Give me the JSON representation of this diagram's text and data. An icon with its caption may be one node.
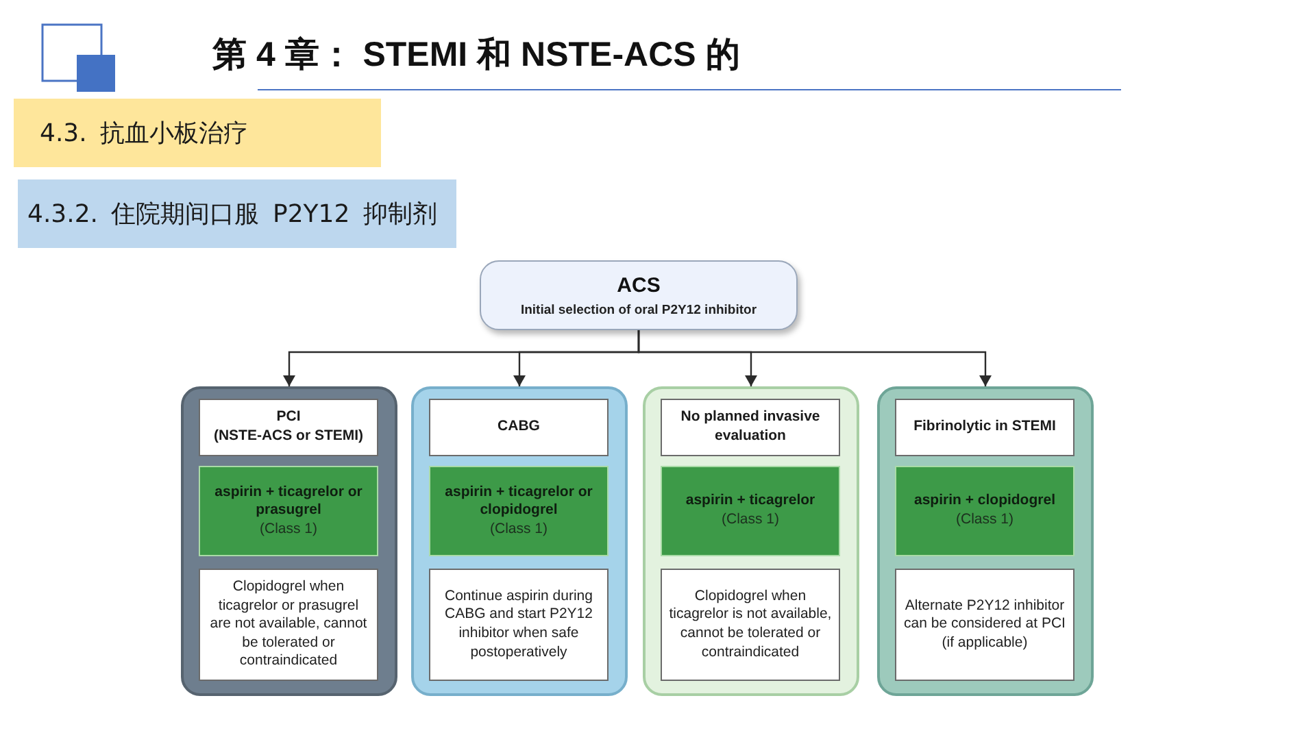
{
  "diagram": {
    "title": "第 4 章： STEMI 和 NSTE-ACS 的",
    "nodes": [
      {
        "text": [
          "4.3. 抗血小板治疗"
        ]
      },
      {
        "text": [
          "4.3.2. 住院期间口服 P2Y12 抑制剂"
        ]
      },
      {
        "text": [
          "ACS",
          "Initial selection of oral P2Y12 inhibitor"
        ]
      },
      {
        "text": [],
        "shape": "box"
      },
      {
        "text": [
          "PCI",
          "(NSTE-ACS or STEMI)"
        ],
        "in": 3
      },
      {
        "text": [
          "aspirin + ticagrelor or prasugrel",
          "(Class 1)"
        ],
        "in": 3
      },
      {
        "text": [
          "Clopidogrel when ticagrelor or prasugrel are not available, cannot be tolerated or contraindicated"
        ],
        "in": 3
      },
      {
        "text": [],
        "shape": "box"
      },
      {
        "text": [
          "CABG"
        ],
        "in": 7
      },
      {
        "text": [
          "aspirin + ticagrelor or clopidogrel",
          "(Class 1)"
        ],
        "in": 7
      },
      {
        "text": [
          "Continue aspirin during CABG and start P2Y12 inhibitor when safe postoperatively"
        ],
        "in": 7
      },
      {
        "text": [],
        "shape": "box"
      },
      {
        "text": [
          "No planned invasive evaluation"
        ],
        "in": 11
      },
      {
        "text": [
          "aspirin + ticagrelor",
          "(Class 1)"
        ],
        "in": 11
      },
      {
        "text": [
          "Clopidogrel when ticagrelor is not available, cannot be tolerated or contraindicated"
        ],
        "in": 11
      },
      {
        "text": [],
        "shape": "box"
      },
      {
        "text": [
          "Fibrinolytic in STEMI"
        ],
        "in": 15
      },
      {
        "text": [
          "aspirin + clopidogrel",
          "(Class 1)"
        ],
        "in": 15
      },
      {
        "text": [
          "Alternate P2Y12 inhibitor can be considered at PCI (if applicable)"
        ],
        "in": 15
      }
    ],
    "edges": [
      {
        "from": 2,
        "to": 3,
        "arrow": "to"
      },
      {
        "from": 2,
        "to": 7,
        "arrow": "to"
      },
      {
        "from": 2,
        "to": 11,
        "arrow": "to"
      },
      {
        "from": 2,
        "to": 15,
        "arrow": "to"
      }
    ]
  }
}
